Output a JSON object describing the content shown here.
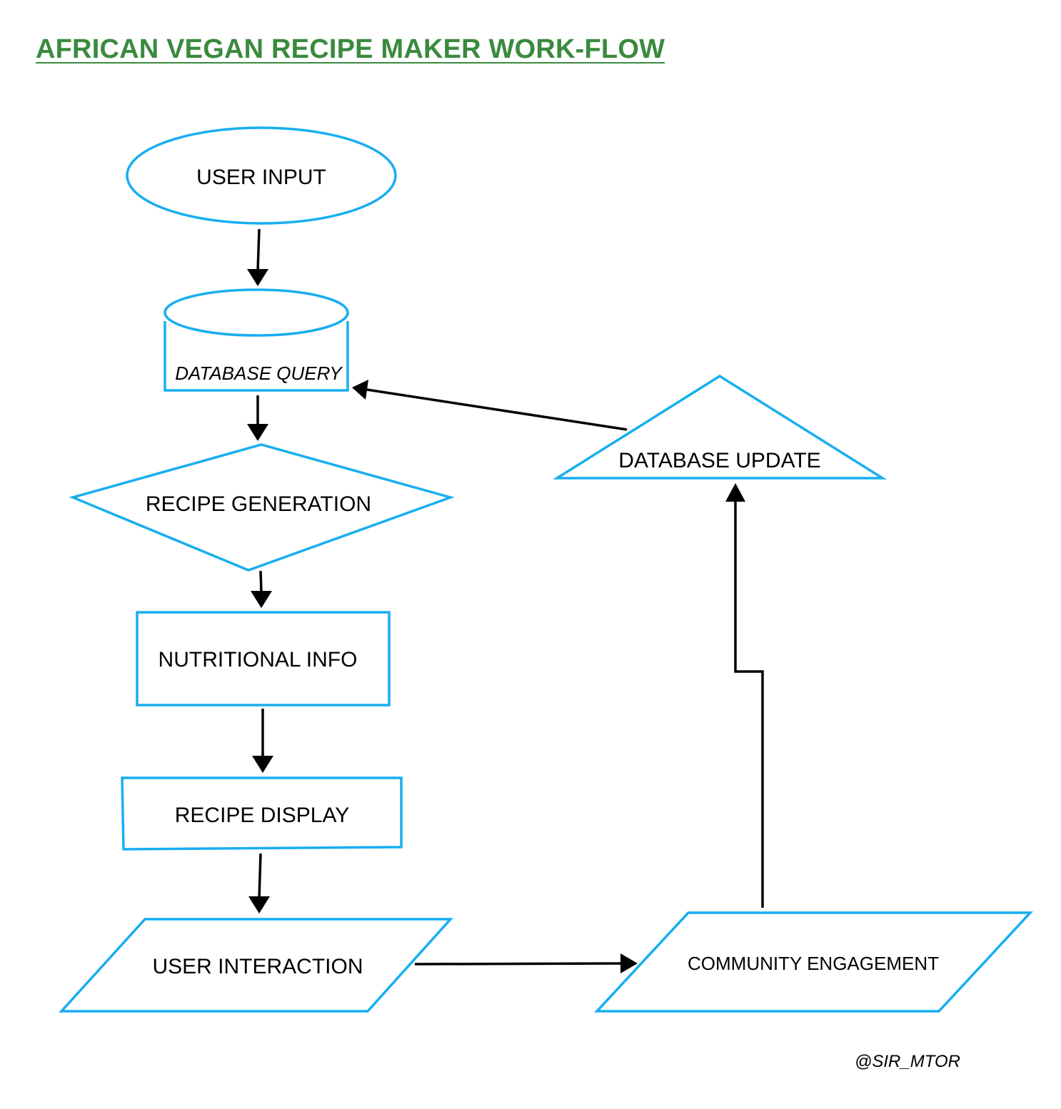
{
  "title": "AFRICAN VEGAN RECIPE MAKER WORK-FLOW",
  "credit": "@SIR_MTOR",
  "colors": {
    "title": "#3a8a3e",
    "shape_stroke": "#18aef0",
    "arrow": "#000000"
  },
  "nodes": {
    "user_input": {
      "label": "USER INPUT",
      "shape": "ellipse"
    },
    "database_query": {
      "label": "DATABASE QUERY",
      "shape": "cylinder"
    },
    "recipe_generation": {
      "label": "RECIPE GENERATION",
      "shape": "diamond"
    },
    "nutritional_info": {
      "label": "NUTRITIONAL INFO",
      "shape": "rectangle"
    },
    "recipe_display": {
      "label": "RECIPE DISPLAY",
      "shape": "rectangle"
    },
    "user_interaction": {
      "label": "USER INTERACTION",
      "shape": "parallelogram"
    },
    "community_engagement": {
      "label": "COMMUNITY ENGAGEMENT",
      "shape": "parallelogram"
    },
    "database_update": {
      "label": "DATABASE UPDATE",
      "shape": "triangle"
    }
  },
  "edges": [
    {
      "from": "user_input",
      "to": "database_query"
    },
    {
      "from": "database_query",
      "to": "recipe_generation"
    },
    {
      "from": "recipe_generation",
      "to": "nutritional_info"
    },
    {
      "from": "nutritional_info",
      "to": "recipe_display"
    },
    {
      "from": "recipe_display",
      "to": "user_interaction"
    },
    {
      "from": "user_interaction",
      "to": "community_engagement"
    },
    {
      "from": "community_engagement",
      "to": "database_update"
    },
    {
      "from": "database_update",
      "to": "database_query"
    }
  ]
}
